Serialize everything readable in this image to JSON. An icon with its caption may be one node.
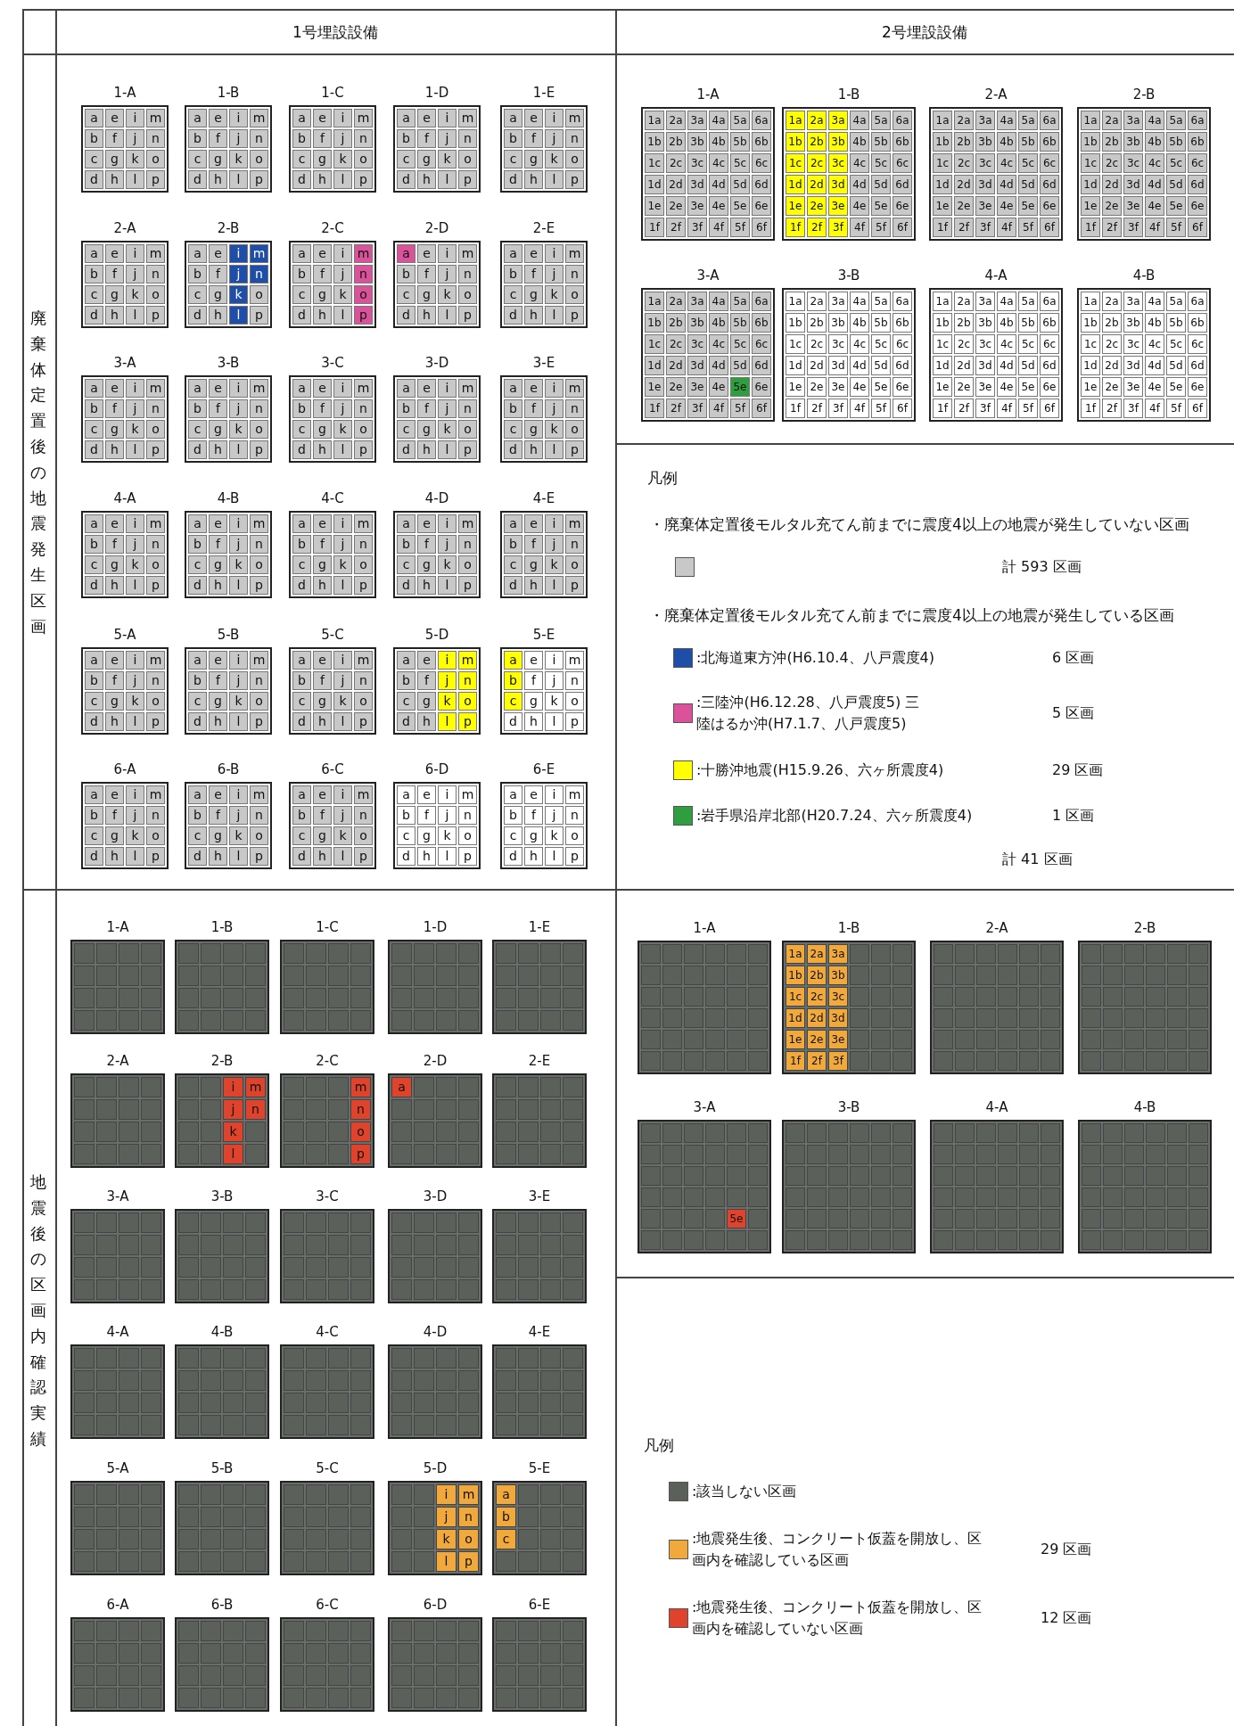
{
  "diagram": {
    "labels": [
      "1号埋設設備",
      "2号埋設設備",
      "廃棄体定置後の地震発生区画",
      "1-A",
      "a",
      "e",
      "i",
      "m",
      "b",
      "f",
      "j",
      "n",
      "c",
      "g",
      "k",
      "o",
      "d",
      "h",
      "l",
      "p",
      "1-B",
      "a",
      "e",
      "i",
      "m",
      "b",
      "f",
      "j",
      "n",
      "c",
      "g",
      "k",
      "o",
      "d",
      "h",
      "l",
      "p",
      "1-C",
      "a",
      "e",
      "i",
      "m",
      "b",
      "f",
      "j",
      "n",
      "c",
      "g",
      "k",
      "o",
      "d",
      "h",
      "l",
      "p",
      "1-D",
      "a",
      "e",
      "i",
      "m",
      "b",
      "f",
      "j",
      "n",
      "c",
      "g",
      "k",
      "o",
      "d",
      "h",
      "l",
      "p",
      "1-E",
      "a",
      "e",
      "i",
      "m",
      "b",
      "f",
      "j",
      "n",
      "c",
      "g",
      "k",
      "o",
      "d",
      "h",
      "l",
      "p",
      "2-A",
      "a",
      "e",
      "i",
      "m",
      "b",
      "f",
      "j",
      "n",
      "c",
      "g",
      "k",
      "o",
      "d",
      "h",
      "l",
      "p",
      "2-B",
      "a",
      "e",
      "i",
      "m",
      "b",
      "f",
      "j",
      "n",
      "c",
      "g",
      "k",
      "o",
      "d",
      "h",
      "l",
      "p",
      "2-C",
      "a",
      "e",
      "i",
      "m",
      "b",
      "f",
      "j",
      "n",
      "c",
      "g",
      "k",
      "o",
      "d",
      "h",
      "l",
      "p",
      "2-D",
      "a",
      "e",
      "i",
      "m",
      "b",
      "f",
      "j",
      "n",
      "c",
      "g",
      "k",
      "o",
      "d",
      "h",
      "l",
      "p",
      "2-E",
      "a",
      "e",
      "i",
      "m",
      "b",
      "f",
      "j",
      "n",
      "c",
      "g",
      "k",
      "o",
      "d",
      "h",
      "l",
      "p",
      "3-A",
      "a",
      "e",
      "i",
      "m",
      "b",
      "f",
      "j",
      "n",
      "c",
      "g",
      "k",
      "o",
      "d",
      "h",
      "l",
      "p",
      "3-B",
      "a",
      "e",
      "i",
      "m",
      "b",
      "f",
      "j",
      "n",
      "c",
      "g",
      "k",
      "o",
      "d",
      "h",
      "l",
      "p",
      "3-C",
      "a",
      "e",
      "i",
      "m",
      "b",
      "f",
      "j",
      "n",
      "c",
      "g",
      "k",
      "o",
      "d",
      "h",
      "l",
      "p",
      "3-D",
      "a",
      "e",
      "i",
      "m",
      "b",
      "f",
      "j",
      "n",
      "c",
      "g",
      "k",
      "o",
      "d",
      "h",
      "l",
      "p",
      "3-E",
      "a",
      "e",
      "i",
      "m",
      "b",
      "f",
      "j",
      "n",
      "c",
      "g",
      "k",
      "o",
      "d",
      "h",
      "l",
      "p",
      "4-A",
      "a",
      "e",
      "i",
      "m",
      "b",
      "f",
      "j",
      "n",
      "c",
      "g",
      "k",
      "o",
      "d",
      "h",
      "l",
      "p",
      "4-B",
      "a",
      "e",
      "i",
      "m",
      "b",
      "f",
      "j",
      "n",
      "c",
      "g",
      "k",
      "o",
      "d",
      "h",
      "l",
      "p",
      "4-C",
      "a",
      "e",
      "i",
      "m",
      "b",
      "f",
      "j",
      "n",
      "c",
      "g",
      "k",
      "o",
      "d",
      "h",
      "l",
      "p",
      "4-D",
      "a",
      "e",
      "i",
      "m",
      "b",
      "f",
      "j",
      "n",
      "c",
      "g",
      "k",
      "o",
      "d",
      "h",
      "l",
      "p",
      "4-E",
      "a",
      "e",
      "i",
      "m",
      "b",
      "f",
      "j",
      "n",
      "c",
      "g",
      "k",
      "o",
      "d",
      "h",
      "l",
      "p",
      "5-A",
      "a",
      "e",
      "i",
      "m",
      "b",
      "f",
      "j",
      "n",
      "c",
      "g",
      "k",
      "o",
      "d",
      "h",
      "l",
      "p",
      "5-B",
      "a",
      "e",
      "i",
      "m",
      "b",
      "f",
      "j",
      "n",
      "c",
      "g",
      "k",
      "o",
      "d",
      "h",
      "l",
      "p",
      "5-C",
      "a",
      "e",
      "i",
      "m",
      "b",
      "f",
      "j",
      "n",
      "c",
      "g",
      "k",
      "o",
      "d",
      "h",
      "l",
      "p",
      "5-D",
      "a",
      "e",
      "i",
      "m",
      "b",
      "f",
      "j",
      "n",
      "c",
      "g",
      "k",
      "o",
      "d",
      "h",
      "l",
      "p",
      "5-E",
      "a",
      "e",
      "i",
      "m",
      "b",
      "f",
      "j",
      "n",
      "c",
      "g",
      "k",
      "o",
      "d",
      "h",
      "l",
      "p",
      "6-A",
      "a",
      "e",
      "i",
      "m",
      "b",
      "f",
      "j",
      "n",
      "c",
      "g",
      "k",
      "o",
      "d",
      "h",
      "l",
      "p",
      "6-B",
      "a",
      "e",
      "i",
      "m",
      "b",
      "f",
      "j",
      "n",
      "c",
      "g",
      "k",
      "o",
      "d",
      "h",
      "l",
      "p",
      "6-C",
      "a",
      "e",
      "i",
      "m",
      "b",
      "f",
      "j",
      "n",
      "c",
      "g",
      "k",
      "o",
      "d",
      "h",
      "l",
      "p",
      "6-D",
      "a",
      "e",
      "i",
      "m",
      "b",
      "f",
      "j",
      "n",
      "c",
      "g",
      "k",
      "o",
      "d",
      "h",
      "l",
      "p",
      "6-E",
      "a",
      "e",
      "i",
      "m",
      "b",
      "f",
      "j",
      "n",
      "c",
      "g",
      "k",
      "o",
      "d",
      "h",
      "l",
      "p",
      "1-A",
      "1a",
      "2a",
      "3a",
      "4a",
      "5a",
      "6a",
      "1b",
      "2b",
      "3b",
      "4b",
      "5b",
      "6b",
      "1c",
      "2c",
      "3c",
      "4c",
      "5c",
      "6c",
      "1d",
      "2d",
      "3d",
      "4d",
      "5d",
      "6d",
      "1e",
      "2e",
      "3e",
      "4e",
      "5e",
      "6e",
      "1f",
      "2f",
      "3f",
      "4f",
      "5f",
      "6f",
      "1-B",
      "1a",
      "2a",
      "3a",
      "4a",
      "5a",
      "6a",
      "1b",
      "2b",
      "3b",
      "4b",
      "5b",
      "6b",
      "1c",
      "2c",
      "3c",
      "4c",
      "5c",
      "6c",
      "1d",
      "2d",
      "3d",
      "4d",
      "5d",
      "6d",
      "1e",
      "2e",
      "3e",
      "4e",
      "5e",
      "6e",
      "1f",
      "2f",
      "3f",
      "4f",
      "5f",
      "6f",
      "2-A",
      "1a",
      "2a",
      "3a",
      "4a",
      "5a",
      "6a",
      "1b",
      "2b",
      "3b",
      "4b",
      "5b",
      "6b",
      "1c",
      "2c",
      "3c",
      "4c",
      "5c",
      "6c",
      "1d",
      "2d",
      "3d",
      "4d",
      "5d",
      "6d",
      "1e",
      "2e",
      "3e",
      "4e",
      "5e",
      "6e",
      "1f",
      "2f",
      "3f",
      "4f",
      "5f",
      "6f",
      "2-B",
      "1a",
      "2a",
      "3a",
      "4a",
      "5a",
      "6a",
      "1b",
      "2b",
      "3b",
      "4b",
      "5b",
      "6b",
      "1c",
      "2c",
      "3c",
      "4c",
      "5c",
      "6c",
      "1d",
      "2d",
      "3d",
      "4d",
      "5d",
      "6d",
      "1e",
      "2e",
      "3e",
      "4e",
      "5e",
      "6e",
      "1f",
      "2f",
      "3f",
      "4f",
      "5f",
      "6f",
      "3-A",
      "1a",
      "2a",
      "3a",
      "4a",
      "5a",
      "6a",
      "1b",
      "2b",
      "3b",
      "4b",
      "5b",
      "6b",
      "1c",
      "2c",
      "3c",
      "4c",
      "5c",
      "6c",
      "1d",
      "2d",
      "3d",
      "4d",
      "5d",
      "6d",
      "1e",
      "2e",
      "3e",
      "4e",
      "5e",
      "6e",
      "1f",
      "2f",
      "3f",
      "4f",
      "5f",
      "6f",
      "3-B",
      "1a",
      "2a",
      "3a",
      "4a",
      "5a",
      "6a",
      "1b",
      "2b",
      "3b",
      "4b",
      "5b",
      "6b",
      "1c",
      "2c",
      "3c",
      "4c",
      "5c",
      "6c",
      "1d",
      "2d",
      "3d",
      "4d",
      "5d",
      "6d",
      "1e",
      "2e",
      "3e",
      "4e",
      "5e",
      "6e",
      "1f",
      "2f",
      "3f",
      "4f",
      "5f",
      "6f",
      "4-A",
      "1a",
      "2a",
      "3a",
      "4a",
      "5a",
      "6a",
      "1b",
      "2b",
      "3b",
      "4b",
      "5b",
      "6b",
      "1c",
      "2c",
      "3c",
      "4c",
      "5c",
      "6c",
      "1d",
      "2d",
      "3d",
      "4d",
      "5d",
      "6d",
      "1e",
      "2e",
      "3e",
      "4e",
      "5e",
      "6e",
      "1f",
      "2f",
      "3f",
      "4f",
      "5f",
      "6f",
      "4-B",
      "1a",
      "2a",
      "3a",
      "4a",
      "5a",
      "6a",
      "1b",
      "2b",
      "3b",
      "4b",
      "5b",
      "6b",
      "1c",
      "2c",
      "3c",
      "4c",
      "5c",
      "6c",
      "1d",
      "2d",
      "3d",
      "4d",
      "5d",
      "6d",
      "1e",
      "2e",
      "3e",
      "4e",
      "5e",
      "6e",
      "1f",
      "2f",
      "3f",
      "4f",
      "5f",
      "6f",
      "凡例",
      "・廃棄体定置後モルタル充てん前までに震度4以上の地震が発生していない区画",
      "・廃棄体定置後モルタル充てん前までに震度4以上の地震が発生している区画",
      "6 区画",
      "5 区画",
      "29 区画",
      "1 区画",
      "計 41 区画",
      "地震後の区画内確認実績",
      "1-A",
      "1-B",
      "1-C",
      "1-D",
      "1-E",
      "2-A",
      "2-B",
      "i",
      "m",
      "j",
      "n",
      "k",
      "l",
      "2-C",
      "m",
      "n",
      "o",
      "p",
      "2-D",
      "a",
      "2-E",
      "3-A",
      "3-B",
      "3-C",
      "3-D",
      "3-E",
      "4-A",
      "4-B",
      "4-C",
      "4-D",
      "4-E",
      "5-A",
      "5-B",
      "5-C",
      "5-D",
      "i",
      "m",
      "j",
      "n",
      "k",
      "o",
      "l",
      "p",
      "5-E",
      "a",
      "b",
      "c",
      "6-A",
      "6-B",
      "6-C",
      "6-D",
      "6-E",
      "1-A",
      "1-B",
      "1a",
      "2a",
      "3a",
      "1b",
      "2b",
      "3b",
      "1c",
      "2c",
      "3c",
      "1d",
      "2d",
      "3d",
      "1e",
      "2e",
      "3e",
      "1f",
      "2f",
      "3f",
      "2-A",
      "2-B",
      "3-A",
      "5e",
      "3-B",
      "4-A",
      "4-B",
      "凡例",
      "29 区画",
      "12 区画"
    ],
    "legend": [
      {
        "text": "計 593 区画",
        "color": "#c8c8c8"
      },
      {
        "text": ":北海道東方沖(H6.10.4、八戸震度4)",
        "color": "#1f4ea8"
      },
      {
        "text": ":三陸沖(H6.12.28、八戸震度5) 三陸はるか沖(H7.1.7、八戸震度5)",
        "color": "#d9529a"
      },
      {
        "text": ":十勝沖地震(H15.9.26、六ヶ所震度4)",
        "color": "#ffff00"
      },
      {
        "text": ":岩手県沿岸北部(H20.7.24、六ヶ所震度4)",
        "color": "#2e9e3e"
      },
      {
        "text": ":該当しない区画",
        "color": "#5b605b"
      },
      {
        "text": ":地震発生後、コンクリート仮蓋を開放し、区画内を確認している区画",
        "color": "#f2a93b"
      },
      {
        "text": ":地震発生後、コンクリート仮蓋を開放し、区画内を確認していない区画",
        "color": "#e0432b"
      }
    ]
  }
}
